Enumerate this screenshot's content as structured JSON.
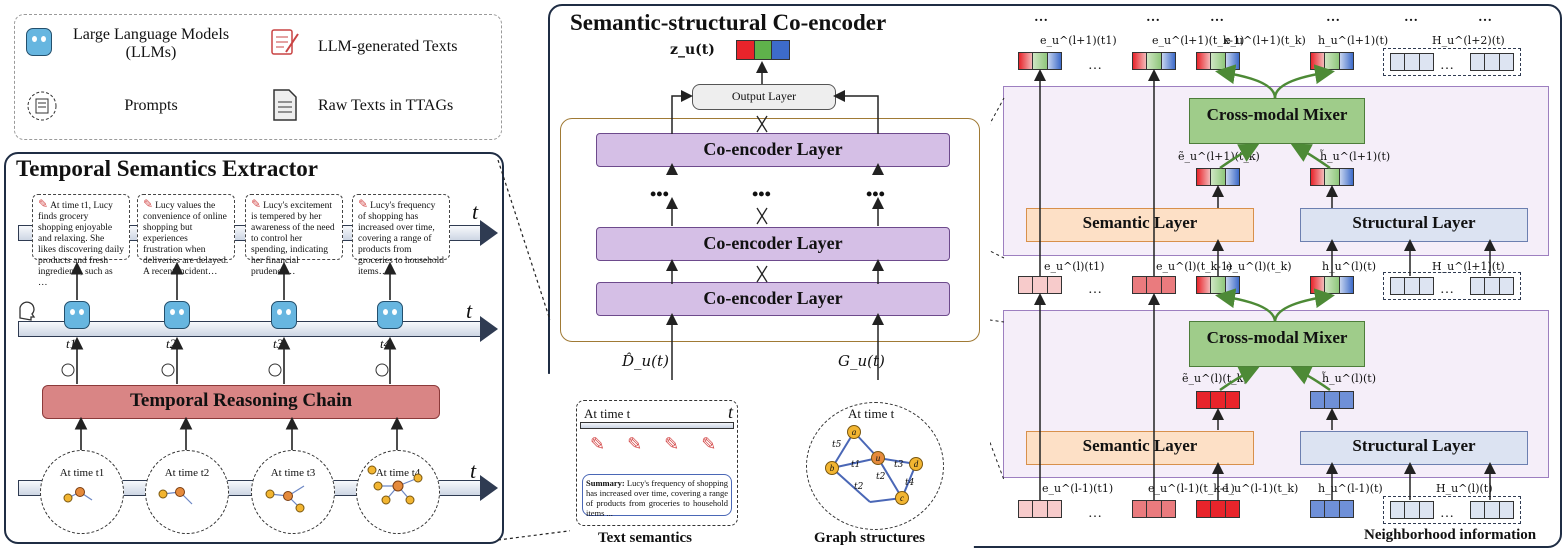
{
  "legend": {
    "llm": "Large Language Models (LLMs)",
    "llm_texts": "LLM-generated Texts",
    "prompts": "Prompts",
    "raw_texts": "Raw Texts in TTAGs"
  },
  "extractor": {
    "title": "Temporal Semantics Extractor",
    "notes": [
      "At time t1, Lucy finds grocery shopping enjoyable and relaxing. She likes discovering daily products and fresh ingredients, such as …",
      "Lucy values the convenience of online shopping but experiences frustration when deliveries are delayed. A recent incident…",
      "Lucy's excitement is tempered by her awareness of the need to control her spending, indicating her financial prudence…",
      "Lucy's frequency of shopping has increased over time, covering a range of products from groceries to household items…"
    ],
    "time_labels": [
      "t1",
      "t2",
      "t3",
      "t4"
    ],
    "axis_label": "t",
    "chain_label": "Temporal Reasoning Chain",
    "circle_titles": [
      "At time t1",
      "At time t2",
      "At time t3",
      "At time t4"
    ]
  },
  "coencoder": {
    "title": "Semantic-structural Co-encoder",
    "z_label": "z_u(t)",
    "output_layer": "Output Layer",
    "layer_label": "Co-encoder Layer",
    "dots": "•••",
    "input_text": "D̂_u(t)",
    "input_graph": "G_u(t)"
  },
  "text_semantics": {
    "title": "At time t",
    "axis_label": "t",
    "summary_label": "Summary:",
    "summary_text": "Lucy's frequency of shopping has increased over time, covering a range of products from groceries to household items ...",
    "caption": "Text semantics"
  },
  "graph_structures": {
    "title": "At time t",
    "caption": "Graph structures",
    "nodes": [
      "a",
      "b",
      "u",
      "d",
      "c"
    ],
    "edges": [
      "t5",
      "t1",
      "t2",
      "t3",
      "t4",
      "t2"
    ]
  },
  "detail": {
    "top_labels": [
      "e_u^(l+1)(t1)",
      "e_u^(l+1)(t_k-1)",
      "e_u^(l+1)(t_k)",
      "h_u^(l+1)(t)",
      "H_u^(l+2)(t)"
    ],
    "mixer_label": "Cross-modal Mixer",
    "semantic_label": "Semantic Layer",
    "structural_label": "Structural Layer",
    "tilde_upper": [
      "ẽ_u^(l+1)(t_k)",
      "h̃_u^(l+1)(t)"
    ],
    "mid_labels": [
      "e_u^(l)(t1)",
      "e_u^(l)(t_k-1)",
      "e_u^(l)(t_k)",
      "h_u^(l)(t)",
      "H_u^(l+1)(t)"
    ],
    "tilde_lower": [
      "ẽ_u^(l)(t_k)",
      "h̃_u^(l)(t)"
    ],
    "bottom_labels": [
      "e_u^(l-1)(t1)",
      "e_u^(l-1)(t_k-1)",
      "e_u^(l-1)(t_k)",
      "h_u^(l-1)(t)",
      "H_u^(l)(t)"
    ],
    "ellipsis": "…",
    "top_ellipsis": "…",
    "caption": "Neighborhood information"
  }
}
